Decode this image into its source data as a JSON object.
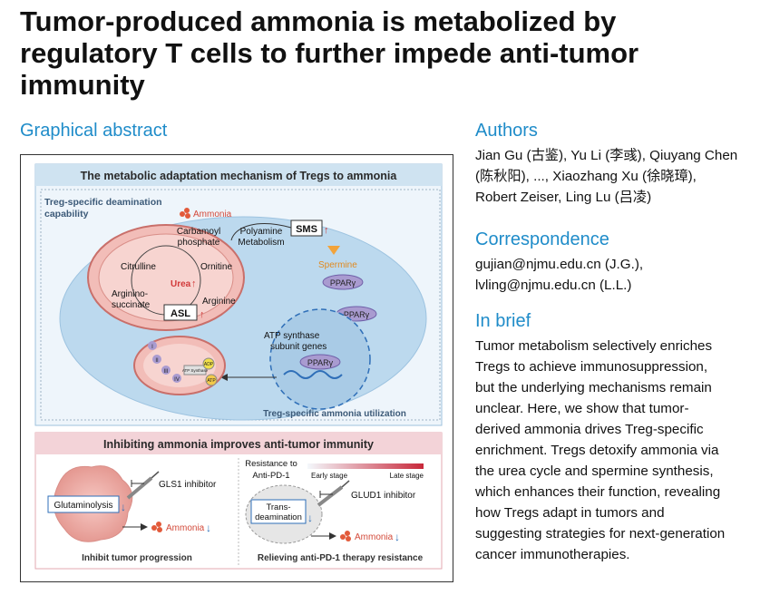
{
  "paper": {
    "title_lines": [
      "Tumor-produced ammonia is metabolized by",
      "regulatory T cells to further impede anti-tumor",
      "immunity"
    ]
  },
  "graphical_abstract": {
    "heading": "Graphical abstract",
    "top_banner": "The metabolic adaptation mechanism of Tregs to ammonia",
    "deamination_label_1": "Treg-specific deamination",
    "deamination_label_2": "capability",
    "ammonia": "Ammonia",
    "carbamoyl_1": "Carbamoyl",
    "carbamoyl_2": "phosphate",
    "citrulline": "Citrulline",
    "ornitine": "Ornitine",
    "urea": "Urea",
    "arginino_1": "Arginino-",
    "arginino_2": "succinate",
    "arginine": "Arginine",
    "asl": "ASL",
    "polyamine_1": "Polyamine",
    "polyamine_2": "Metabolism",
    "sms": "SMS",
    "spermine": "Spermine",
    "ppar": "PPARγ",
    "atp_synthase_1": "ATP synthase",
    "atp_synthase_2": "subunit genes",
    "utilization_label": "Treg-specific ammonia utilization",
    "complex_labels": [
      "I",
      "II",
      "III",
      "IV",
      "ATP Synthase"
    ],
    "adp": "ADP",
    "atp": "ATP",
    "bottom_banner": "Inhibiting ammonia improves anti-tumor immunity",
    "glutaminolysis": "Glutaminolysis",
    "gls1_inhibitor": "GLS1 inhibitor",
    "ammonia_left": "Ammonia",
    "inhibit_tumor": "Inhibit tumor progression",
    "resistance_1": "Resistance to",
    "resistance_2": "Anti-PD-1",
    "early_stage": "Early stage",
    "late_stage": "Late stage",
    "glud1_inhibitor": "GLUD1 inhibitor",
    "trans_1": "Trans-",
    "trans_2": "deamination",
    "ammonia_right": "Ammonia",
    "relieving": "Relieving anti-PD-1 therapy resistance",
    "colors": {
      "banner_blue": "#cfe3f1",
      "banner_pink": "#f3d3d8",
      "cell_blue": "#bcd9ee",
      "red_up": "#d23a3a",
      "blue_down": "#2f6fb8",
      "ppar_purple": "#a99bd0"
    }
  },
  "authors": {
    "heading": "Authors",
    "lines": [
      "Jian Gu (古鉴), Yu Li (李彧), Qiuyang Chen",
      "(陈秋阳), ..., Xiaozhang Xu (徐晓璋),",
      "Robert Zeiser, Ling Lu (吕凌)"
    ]
  },
  "correspondence": {
    "heading": "Correspondence",
    "lines": [
      "gujian@njmu.edu.cn (J.G.),",
      "lvling@njmu.edu.cn (L.L.)"
    ]
  },
  "in_brief": {
    "heading": "In brief",
    "lines": [
      "Tumor metabolism selectively enriches",
      "Tregs to achieve immunosuppression,",
      "but the underlying mechanisms remain",
      "unclear. Here, we show that tumor-",
      "derived ammonia drives Treg-specific",
      "enrichment. Tregs detoxify ammonia via",
      "the urea cycle and spermine synthesis,",
      "which enhances their function, revealing",
      "how Tregs adapt in tumors and",
      "suggesting strategies for next-generation",
      "cancer immunotherapies."
    ]
  }
}
